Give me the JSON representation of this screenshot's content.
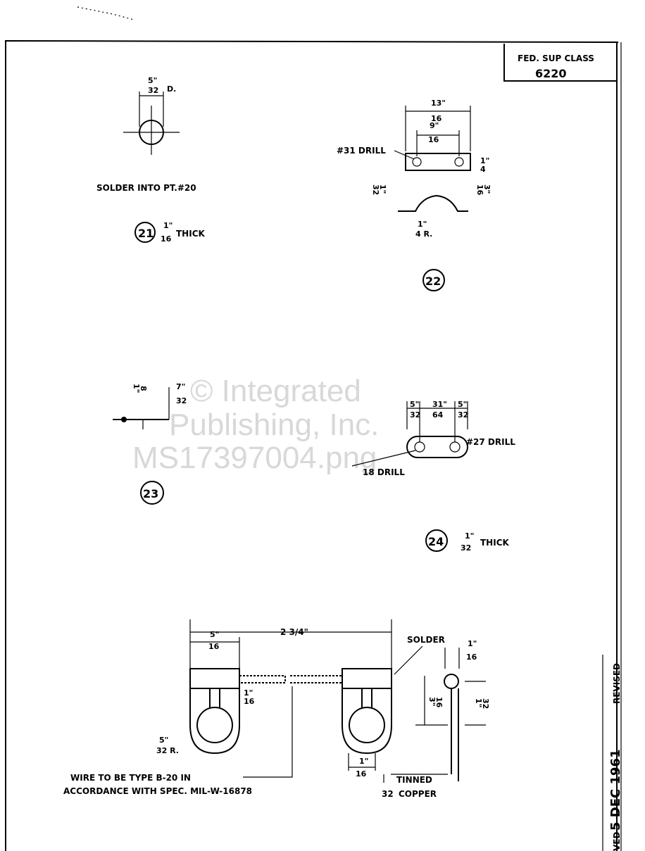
{
  "title_block": {
    "label": "FED. SUP CLASS",
    "value": "6220"
  },
  "revision": {
    "date": "5 DEC 1961",
    "label": "REVISED",
    "partial": "VED"
  },
  "watermark": {
    "line1": "© Integrated",
    "line2": "Publishing, Inc.",
    "line3": "MS17397004.png"
  },
  "part21": {
    "number": "21",
    "dia_num": "5\"",
    "dia_den": "32",
    "dia_suffix": "D.",
    "note": "SOLDER INTO PT.#20",
    "thick_num": "1\"",
    "thick_den": "16",
    "thick_label": "THICK"
  },
  "part22": {
    "number": "22",
    "drill": "#31 DRILL",
    "len_num": "13\"",
    "len_den": "16",
    "ctr_num": "9\"",
    "ctr_den": "16",
    "w_num": "1\"",
    "w_den": "4",
    "t_num": "1\"",
    "t_den": "32",
    "h_num": "3\"",
    "h_den": "16",
    "r_num": "1\"",
    "r_den": "4 R."
  },
  "part23": {
    "number": "23",
    "d_num": "1\"",
    "d_den": "8",
    "l_num": "7\"",
    "l_den": "32"
  },
  "part24": {
    "number": "24",
    "a_num": "5\"",
    "a_den": "32",
    "b_num": "31\"",
    "b_den": "64",
    "c_num": "5\"",
    "c_den": "32",
    "drill_a": "#27 DRILL",
    "drill_b": "18 DRILL",
    "thick_num": "1\"",
    "thick_den": "32",
    "thick_label": "THICK"
  },
  "assembly": {
    "overall": "2 3/4\"",
    "end_num": "5\"",
    "end_den": "16",
    "solder": "SOLDER",
    "tip_num": "1\"",
    "tip_den": "16",
    "wire_num": "1\"",
    "wire_den": "16",
    "r_num": "5\"",
    "r_den": "32 R.",
    "h_num": "3\"",
    "h_den": "16",
    "h2_num": "1\"",
    "h2_den": "32",
    "slot_num": "1\"",
    "slot_den": "16",
    "sheet_den": "32",
    "tinned": "TINNED",
    "copper": "COPPER",
    "note_line1": "WIRE TO BE TYPE B-20 IN",
    "note_line2": "ACCORDANCE WITH SPEC. MIL-W-16878"
  }
}
